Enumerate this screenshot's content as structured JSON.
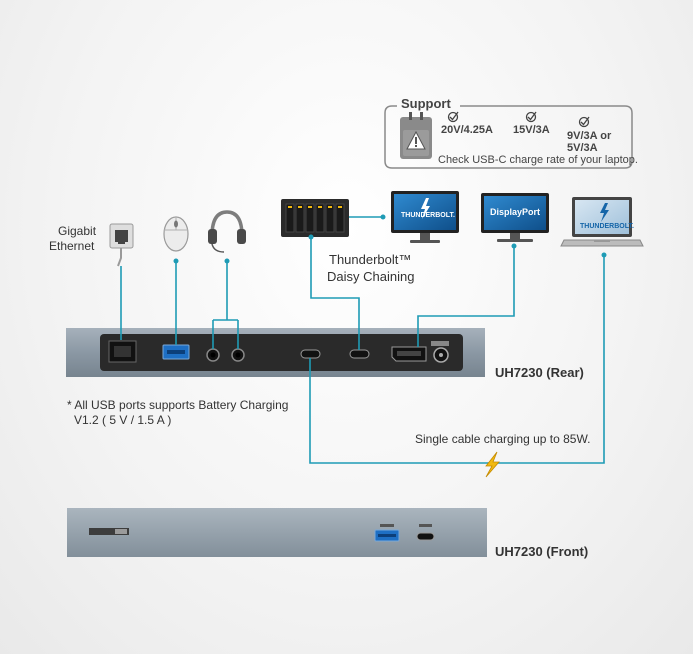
{
  "support": {
    "title": "Support",
    "rates": [
      "20V/4.25A",
      "15V/3A",
      "9V/3A or",
      "5V/3A"
    ],
    "note": "Check USB-C charge rate of your laptop."
  },
  "labels": {
    "ethernet_line1": "Gigabit",
    "ethernet_line2": "Ethernet",
    "daisy_line1": "Thunderbolt™",
    "daisy_line2": "Daisy Chaining",
    "rear_model": "UH7230 (Rear)",
    "front_model": "UH7230 (Front)",
    "usb_note_line1": "* All USB ports supports Battery Charging",
    "usb_note_line2": "V1.2 ( 5 V / 1.5 A )",
    "single_cable": "Single cable charging up to 85W."
  },
  "devices": {
    "monitor1_text": "THUNDERBOLT.",
    "monitor2_text": "DisplayPort",
    "laptop_text": "THUNDERBOLT."
  },
  "colors": {
    "cable": "#1e9bb5",
    "dock": "#8d9aa6",
    "panel": "#2a2a2a",
    "screen": "#1565a8",
    "bolt": "#f2b90f"
  },
  "icons": [
    "power-adapter-icon",
    "check-icon",
    "ethernet-jack-icon",
    "mouse-icon",
    "headset-icon",
    "raid-storage-icon",
    "thunderbolt-monitor-icon",
    "displayport-monitor-icon",
    "laptop-icon",
    "lightning-bolt-icon"
  ]
}
